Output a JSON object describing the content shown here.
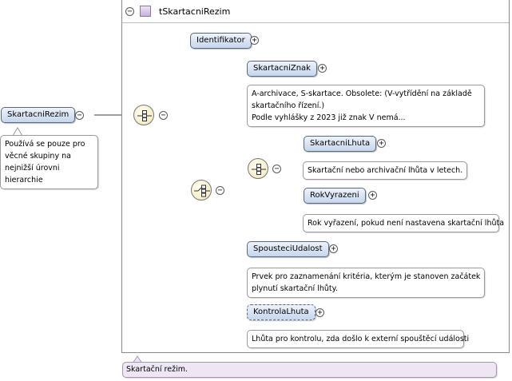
{
  "type": {
    "name": "tSkartacniRezim",
    "collapse_symbol": "−"
  },
  "root": {
    "name": "SkartacniRezim",
    "toggle": "−",
    "annotation": [
      "Používá se pouze pro",
      "věcné skupiny na",
      "nejnižší úrovni",
      "hierarchie"
    ]
  },
  "elements": {
    "identifikator": {
      "name": "Identifikator",
      "toggle": "+"
    },
    "skartacni_znak": {
      "name": "SkartacniZnak",
      "toggle": "+",
      "annotation": [
        "A-archivace, S-skartace. Obsolete: (V-vytřídění na základě",
        "skartačního řízení.)",
        "Podle vyhlášky z 2023 již znak V nemá..."
      ]
    },
    "skartacni_lhuta": {
      "name": "SkartacniLhuta",
      "toggle": "+",
      "annotation": [
        "Skartační nebo archivační lhůta v letech."
      ]
    },
    "rok_vyrazeni": {
      "name": "RokVyrazeni",
      "toggle": "+",
      "annotation": [
        "Rok vyřazení, pokud není nastavena skartační lhůta"
      ]
    },
    "spousteci_udalost": {
      "name": "SpousteciUdalost",
      "toggle": "+",
      "annotation": [
        "Prvek pro zaznamenání kritéria, kterým je stanoven začátek",
        "plynutí skartační lhůty."
      ]
    },
    "kontrola_lhuta": {
      "name": "KontrolaLhuta",
      "toggle": "+",
      "annotation": [
        "Lhůta pro kontrolu, zda došlo k externí spouštěcí události"
      ]
    }
  },
  "compositors": {
    "main_sequence_toggle": "−",
    "inner_sequence_toggle": "−",
    "choice_toggle": "−"
  },
  "type_annotation": "Skartační režim."
}
